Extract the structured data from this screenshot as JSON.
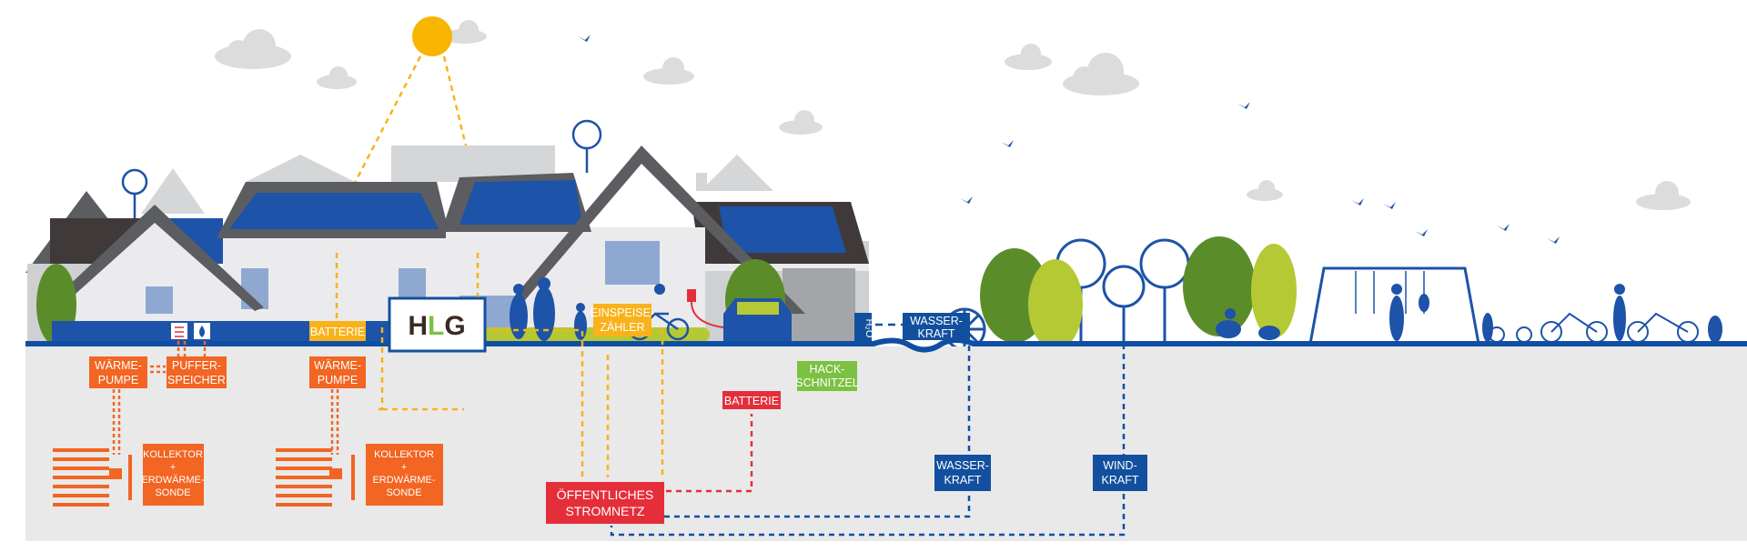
{
  "colors": {
    "ground_line": "#0f4fa3",
    "underground": "#e9e9ea",
    "orange": "#f26522",
    "yellow": "#f9b21b",
    "red": "#e42f3b",
    "green_label": "#7cc142",
    "blue_label": "#12509f",
    "sun": "#f7b500",
    "cloud": "#dcdcdd",
    "solar": "#1d53a8"
  },
  "logo": {
    "text_h": "H",
    "text_l": "L",
    "text_g": "G"
  },
  "labels": {
    "waermepumpe_1": [
      "WÄRME-",
      "PUMPE"
    ],
    "pufferspeicher": [
      "PUFFER-",
      "SPEICHER"
    ],
    "batterie_house": "BATTERIE",
    "waermepumpe_2": [
      "WÄRME-",
      "PUMPE"
    ],
    "einspeisezaehler": [
      "EINSPEISE-",
      "ZÄHLER"
    ],
    "batterie_car": "BATTERIE",
    "hackschnitzel": [
      "HACK-",
      "SCHNITZEL"
    ],
    "h2o": "H₂O",
    "wasserkraft_top": [
      "WASSER-",
      "KRAFT"
    ],
    "kollektor_1": [
      "KOLLEKTOR",
      "+",
      "ERDWÄRME-",
      "SONDE"
    ],
    "kollektor_2": [
      "KOLLEKTOR",
      "+",
      "ERDWÄRME-",
      "SONDE"
    ],
    "stromnetz": [
      "ÖFFENTLICHES",
      "STROMNETZ"
    ],
    "wasserkraft_bottom": [
      "WASSER-",
      "KRAFT"
    ],
    "windkraft": [
      "WIND-",
      "KRAFT"
    ]
  }
}
